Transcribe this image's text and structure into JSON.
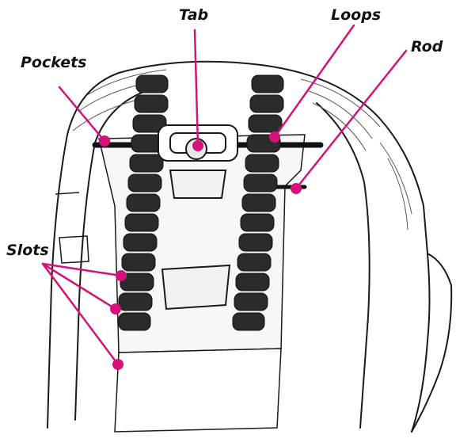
{
  "labels": {
    "tab": "Tab",
    "loops": "Loops",
    "pockets": "Pockets",
    "rod": "Rod",
    "slots": "Slots"
  },
  "colors": {
    "callout": "#d4127a",
    "ink": "#1a1a1a",
    "strap": "#2b2b2b",
    "paper": "#ffffff"
  },
  "illustration": "car-seat-harness-strap-sketch"
}
